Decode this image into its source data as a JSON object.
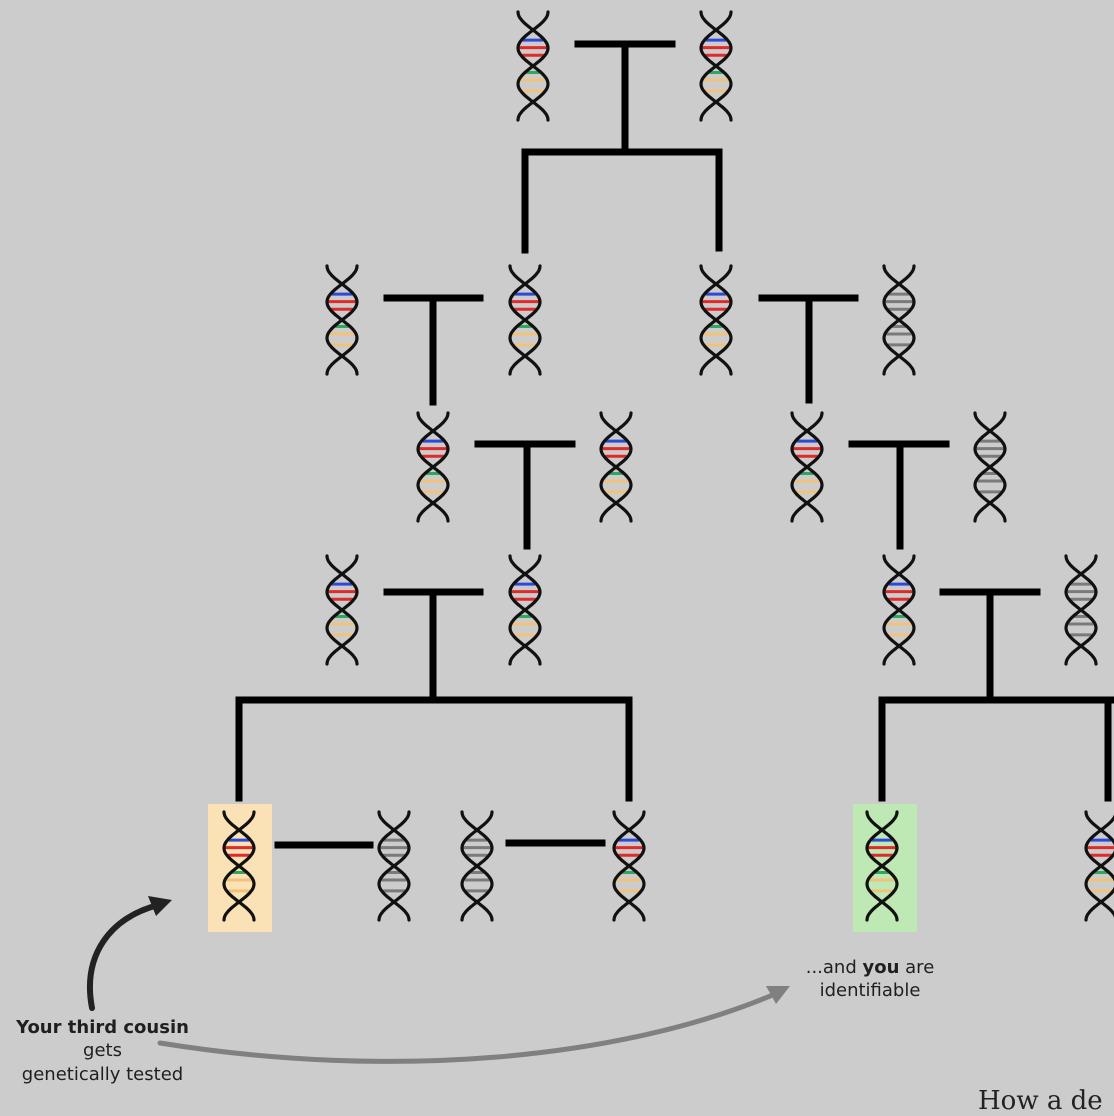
{
  "captions": {
    "cousin": {
      "bold": "Your third cousin",
      "rest_1": "gets",
      "rest_2": "genetically tested"
    },
    "you": {
      "prefix": "...and",
      "bold": "you",
      "mid": "are",
      "suffix": "identifiable"
    }
  },
  "corner_text": "How a de",
  "colors": {
    "background": "#cccccc",
    "line": "#000000",
    "strand": "#111111",
    "blue": "#2e49d8",
    "red": "#e02a2a",
    "green": "#2fa65a",
    "orange": "#f1c27a",
    "gray_rung": "#7a7a7a",
    "cousin_highlight": "#fbe2b6",
    "you_highlight": "#bfe9b4",
    "arrow_dark": "#222222",
    "arrow_gray": "#808080"
  }
}
